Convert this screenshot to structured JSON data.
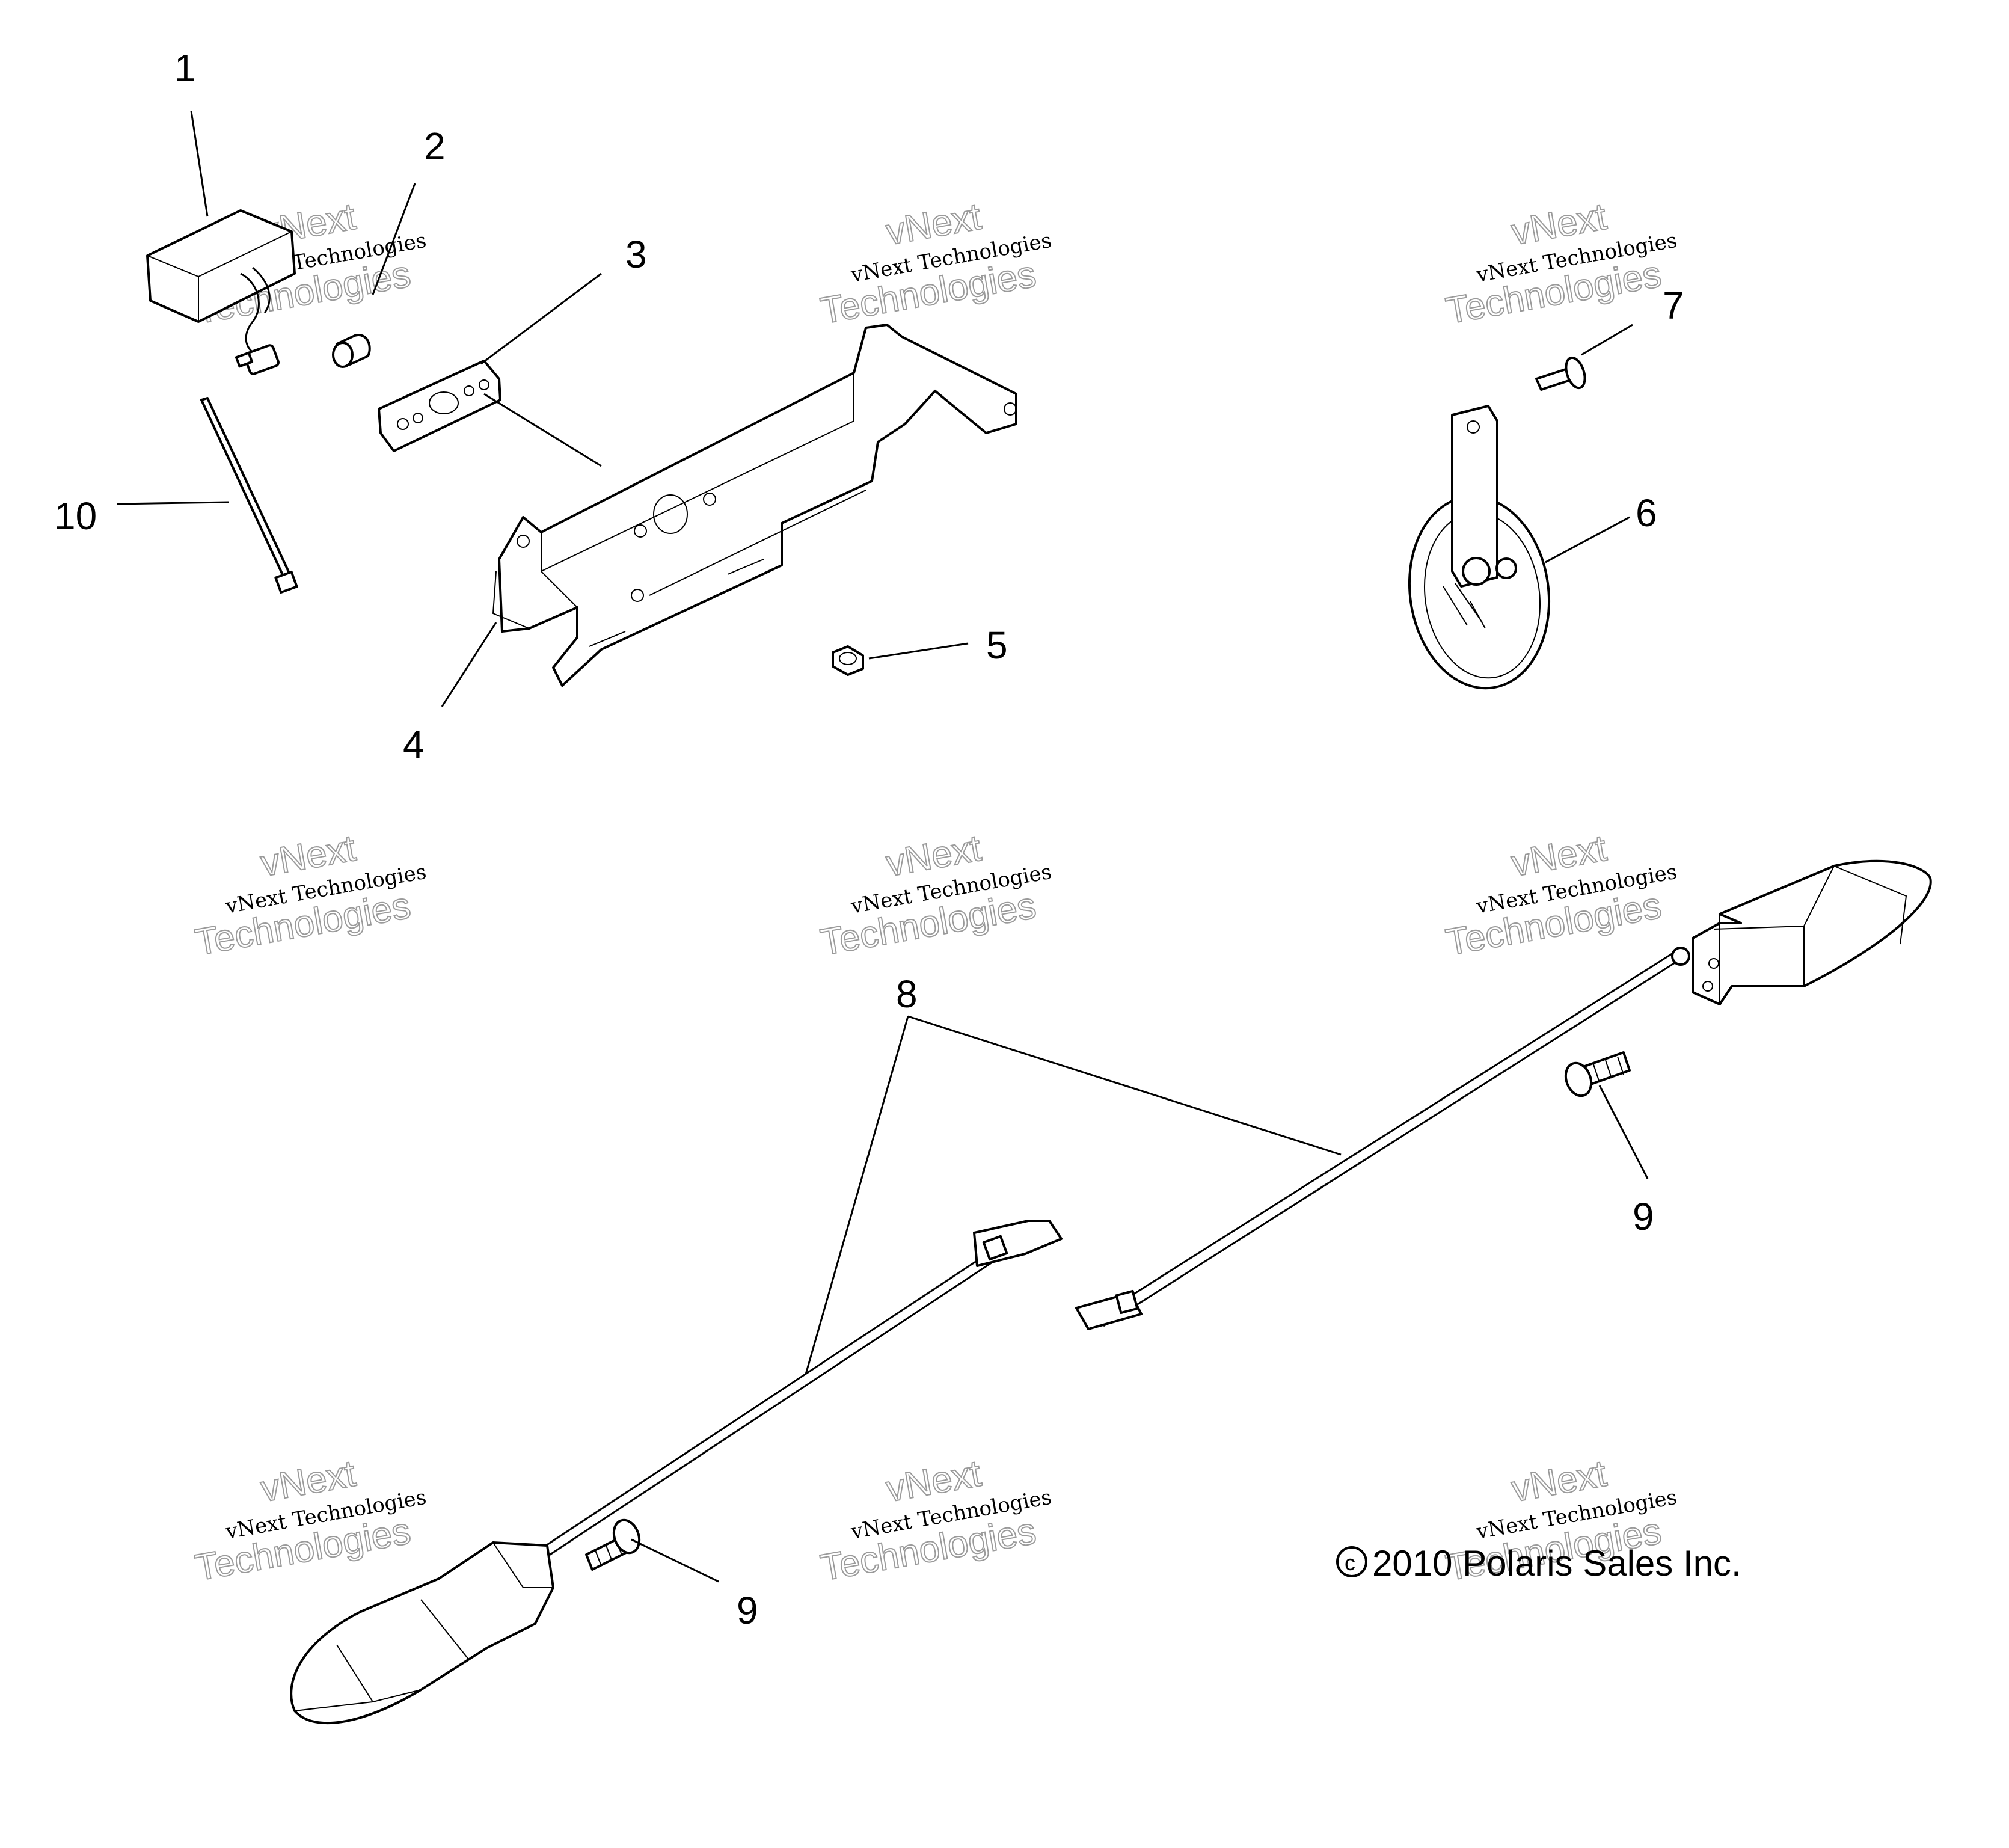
{
  "callouts": {
    "c1": "1",
    "c2": "2",
    "c3": "3",
    "c4": "4",
    "c5": "5",
    "c6": "6",
    "c7": "7",
    "c8": "8",
    "c9a": "9",
    "c9b": "9",
    "c10": "10"
  },
  "copyright": "2010 Polaris Sales Inc.",
  "copyright_symbol": "c",
  "watermark": {
    "line1": "vNext",
    "line2": "vNext Technologies",
    "line3": "Technologies"
  }
}
